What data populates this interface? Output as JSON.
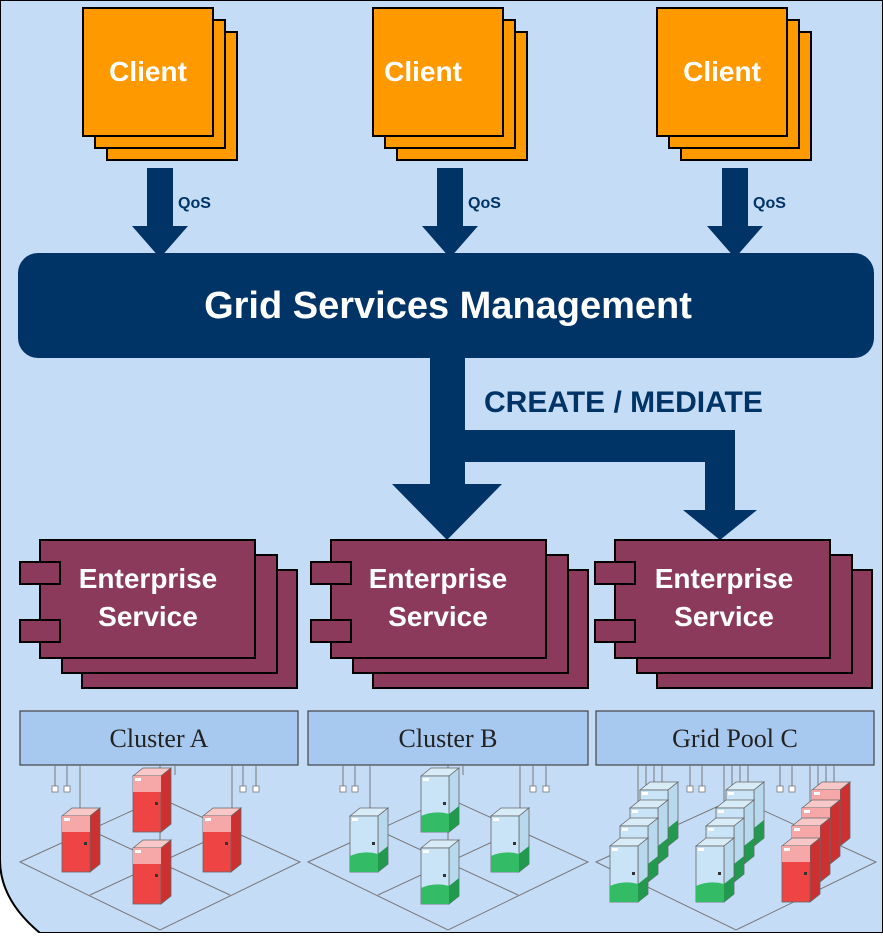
{
  "clients": [
    {
      "label": "Client",
      "qos": "QoS"
    },
    {
      "label": "Client",
      "qos": "QoS"
    },
    {
      "label": "Client",
      "qos": "QoS"
    }
  ],
  "management": {
    "title": "Grid Services Management",
    "action": "CREATE / MEDIATE"
  },
  "services": [
    {
      "line1": "Enterprise",
      "line2": "Service"
    },
    {
      "line1": "Enterprise",
      "line2": "Service"
    },
    {
      "line1": "Enterprise",
      "line2": "Service"
    }
  ],
  "pools": [
    {
      "label": "Cluster A",
      "server_color": "red"
    },
    {
      "label": "Cluster B",
      "server_color": "green"
    },
    {
      "label": "Grid Pool C",
      "server_color": "mixed"
    }
  ],
  "colors": {
    "background": "#c5dcf7",
    "client": "#ff9900",
    "management": "#003366",
    "service": "#8b3a5c",
    "pool_bar": "#a8c9ef",
    "server_red": "#ee4444",
    "server_green": "#33bb66"
  }
}
